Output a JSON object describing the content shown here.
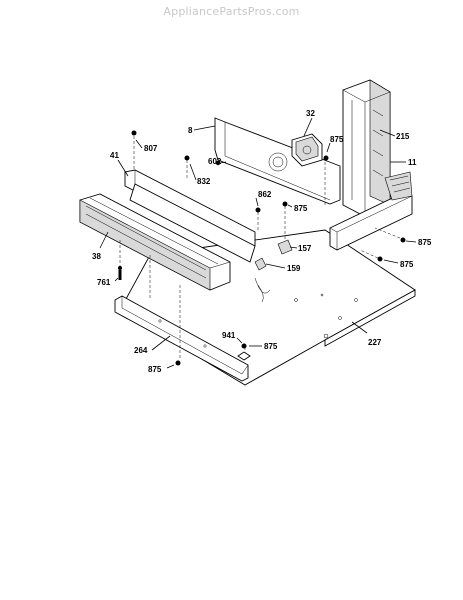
{
  "watermark": "AppliancePartsPros.com",
  "labels": {
    "p8": "8",
    "p11": "11",
    "p32": "32",
    "p38": "38",
    "p41": "41",
    "p157": "157",
    "p159": "159",
    "p215": "215",
    "p227": "227",
    "p264": "264",
    "p602": "602",
    "p761": "761",
    "p807": "807",
    "p832": "832",
    "p862": "862",
    "p875a": "875",
    "p875b": "875",
    "p875c": "875",
    "p875d": "875",
    "p875e": "875",
    "p875f": "875",
    "p941": "941"
  }
}
